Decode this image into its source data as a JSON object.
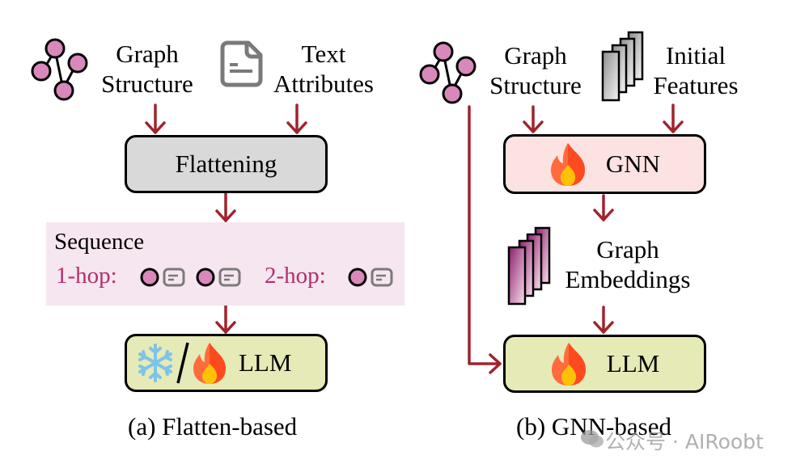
{
  "colors": {
    "arrow": "#a0232d",
    "node_fill": "#d988bb",
    "hop_text": "#b0306e",
    "flatten_box": "#d9d9d9",
    "gnn_box": "#fde2e2",
    "llm_box": "#e6eab6",
    "sequence_bg": "#f5e6ef"
  },
  "panel_a": {
    "inputs": [
      {
        "icon": "graph-icon",
        "line1": "Graph",
        "line2": "Structure"
      },
      {
        "icon": "document-icon",
        "line1": "Text",
        "line2": "Attributes"
      }
    ],
    "flatten_label": "Flattening",
    "sequence": {
      "title": "Sequence",
      "hop1_label": "1-hop:",
      "hop2_label": "2-hop:"
    },
    "llm_label": "LLM",
    "llm_icons": [
      "snowflake-icon",
      "fire-icon"
    ],
    "caption": "(a) Flatten-based"
  },
  "panel_b": {
    "inputs": [
      {
        "icon": "graph-icon",
        "line1": "Graph",
        "line2": "Structure"
      },
      {
        "icon": "feature-stack-icon",
        "line1": "Initial",
        "line2": "Features"
      }
    ],
    "gnn_label": "GNN",
    "embeddings": {
      "line1": "Graph",
      "line2": "Embeddings"
    },
    "llm_label": "LLM",
    "caption": "(b) GNN-based"
  },
  "watermark": "公众号 · AIRoobt"
}
